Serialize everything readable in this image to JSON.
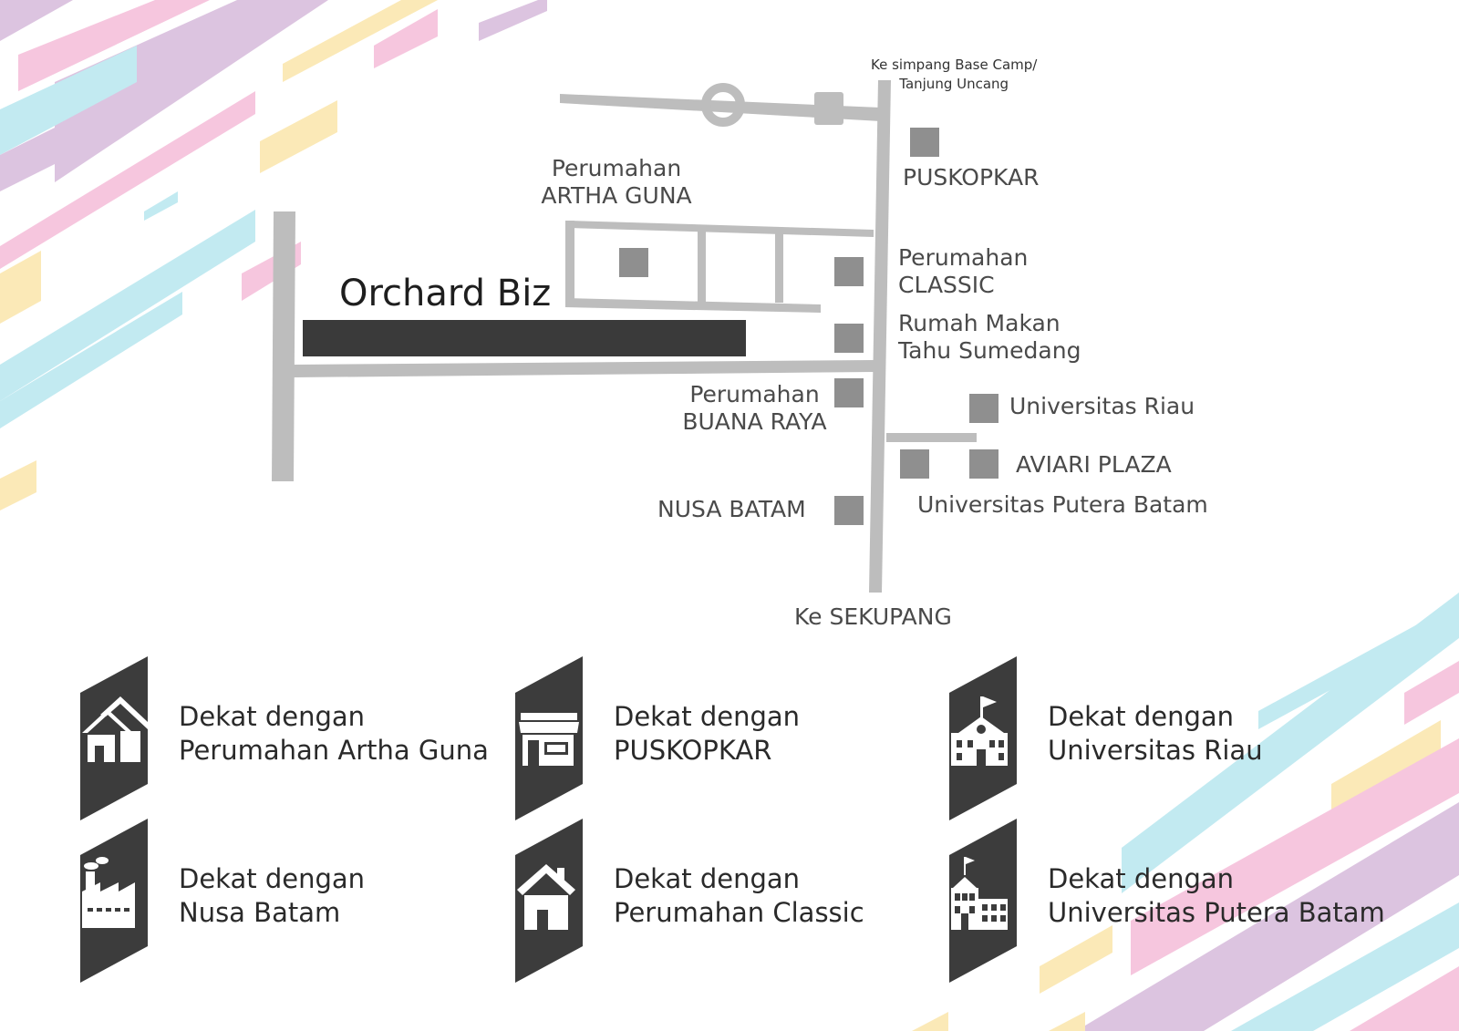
{
  "colors": {
    "road": "#bdbdbd",
    "building": "#8f8f8f",
    "highlight": "#3a3a3a",
    "icon_bg": "#3c3c3c",
    "pink": "#f6c6de",
    "lavender": "#dcc4e0",
    "cyan": "#c2eaf1",
    "yellow": "#fbe9b7"
  },
  "map": {
    "title": "Orchard Biz",
    "labels": {
      "base_camp": [
        "Ke simpang Base Camp/",
        "Tanjung Uncang"
      ],
      "puskopkar": "PUSKOPKAR",
      "artha_guna": [
        "Perumahan",
        "ARTHA  GUNA"
      ],
      "classic": [
        "Perumahan",
        "CLASSIC"
      ],
      "rumah_makan": [
        "Rumah Makan",
        "Tahu Sumedang"
      ],
      "buana_raya": [
        "Perumahan",
        "BUANA RAYA"
      ],
      "universitas_riau": "Universitas Riau",
      "aviari_plaza": "AVIARI PLAZA",
      "universitas_putera": "Universitas Putera Batam",
      "nusa_batam": "NUSA BATAM",
      "sekupang": "Ke SEKUPANG"
    }
  },
  "features": [
    {
      "icon": "houses-icon",
      "line1": "Dekat dengan",
      "line2": "Perumahan Artha Guna"
    },
    {
      "icon": "shop-icon",
      "line1": "Dekat dengan",
      "line2": "PUSKOPKAR"
    },
    {
      "icon": "school-icon",
      "line1": "Dekat dengan",
      "line2": "Universitas Riau"
    },
    {
      "icon": "factory-icon",
      "line1": "Dekat dengan",
      "line2": "Nusa Batam"
    },
    {
      "icon": "house-icon",
      "line1": "Dekat dengan",
      "line2": "Perumahan Classic"
    },
    {
      "icon": "university-icon",
      "line1": "Dekat dengan",
      "line2": "Universitas Putera Batam"
    }
  ]
}
